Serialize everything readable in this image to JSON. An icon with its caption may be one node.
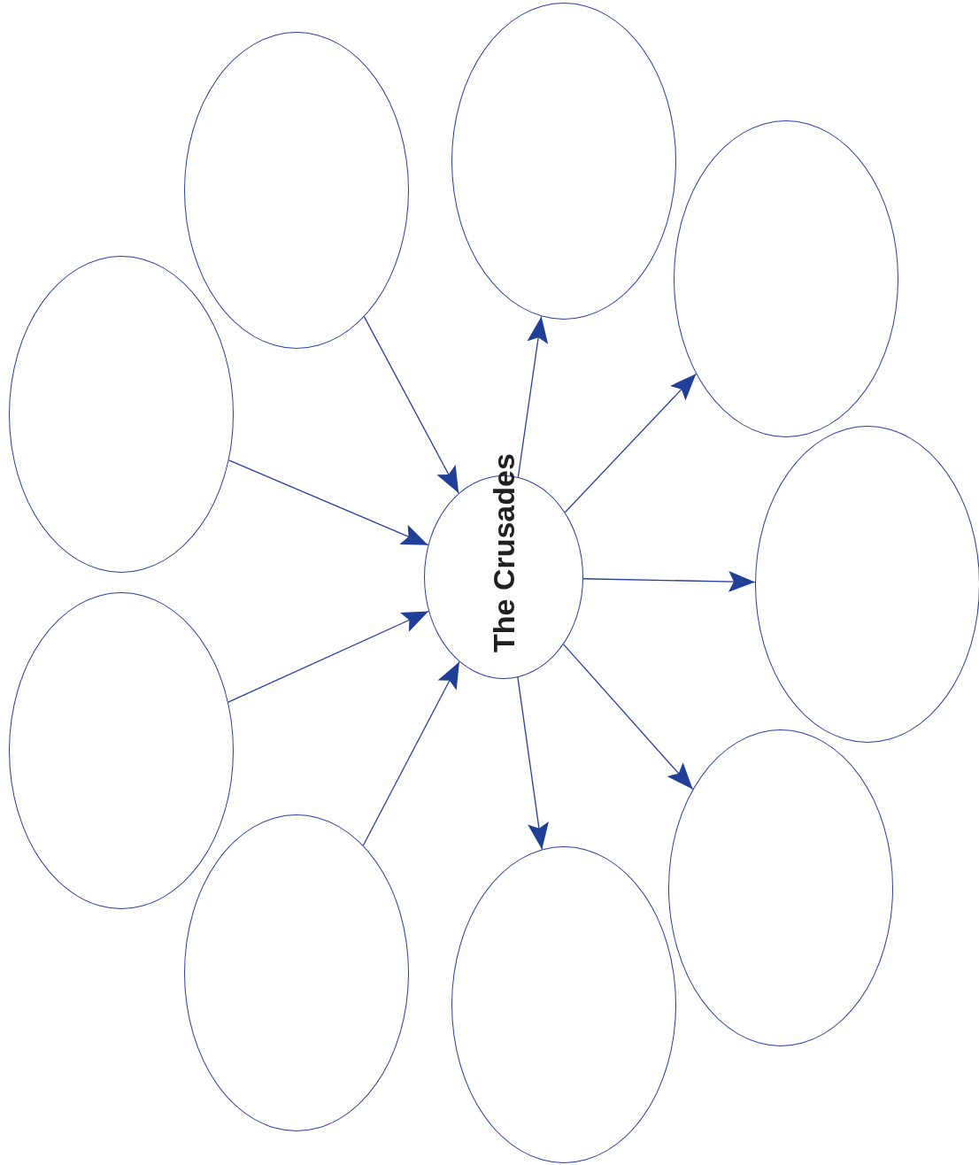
{
  "diagram": {
    "nodes": [
      {
        "text": [
          "The Crusades"
        ]
      },
      {
        "text": [],
        "shape": "ellipse"
      },
      {
        "text": [],
        "shape": "ellipse"
      },
      {
        "text": [],
        "shape": "ellipse"
      },
      {
        "text": [],
        "shape": "ellipse"
      },
      {
        "text": [],
        "shape": "ellipse"
      },
      {
        "text": [],
        "shape": "ellipse"
      },
      {
        "text": [],
        "shape": "ellipse"
      },
      {
        "text": [],
        "shape": "ellipse"
      },
      {
        "text": [],
        "shape": "ellipse"
      }
    ],
    "edges": [
      {
        "from": 1,
        "to": 0,
        "arrow": "to"
      },
      {
        "from": 2,
        "to": 0,
        "arrow": "to"
      },
      {
        "from": 3,
        "to": 0,
        "arrow": "to"
      },
      {
        "from": 4,
        "to": 0,
        "arrow": "to"
      },
      {
        "from": 0,
        "to": 5,
        "arrow": "to"
      },
      {
        "from": 0,
        "to": 6,
        "arrow": "to"
      },
      {
        "from": 0,
        "to": 7,
        "arrow": "to"
      },
      {
        "from": 0,
        "to": 8,
        "arrow": "to"
      },
      {
        "from": 0,
        "to": 9,
        "arrow": "to"
      }
    ]
  }
}
